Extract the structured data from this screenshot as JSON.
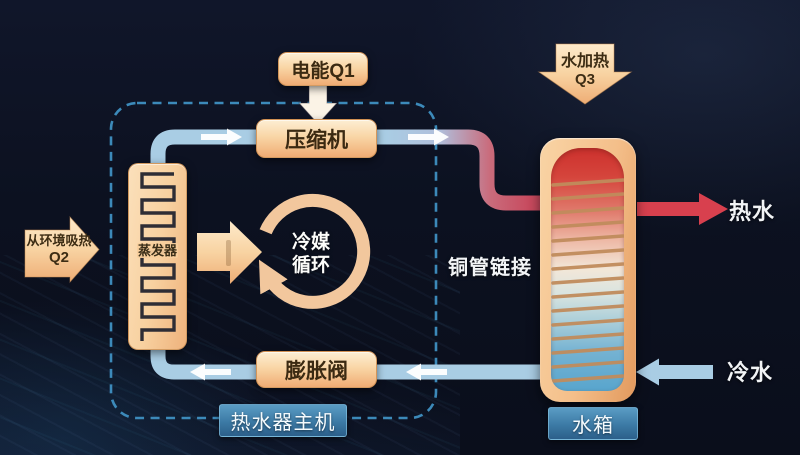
{
  "diagram": {
    "title_implicit": "热泵热水器原理图",
    "electric_label": "电能Q1",
    "compressor": "压缩机",
    "evaporator": "蒸发器",
    "refrigerant_line1": "冷媒",
    "refrigerant_line2": "循环",
    "expansion_valve": "膨胀阀",
    "main_unit": "热水器主机",
    "copper_pipe": "铜管链接",
    "water_heating_line1": "水加热",
    "water_heating_line2": "Q3",
    "env_heat_line1": "从环境吸热",
    "env_heat_line2": "Q2",
    "tank": "水箱",
    "hot_water": "热水",
    "cold_water": "冷水"
  },
  "colors": {
    "background": "#0c1120",
    "pipe_blue": "#a9cde4",
    "pipe_hot_end": "#c84a5e",
    "hot_water_arrow": "#d8404e",
    "cold_water_arrow": "#a9cde4",
    "component_peach": "#f3b67f",
    "dashed_border": "#3f90c2",
    "label_blue": "#3c7aa5",
    "coil_copper": "#c08c5c"
  }
}
